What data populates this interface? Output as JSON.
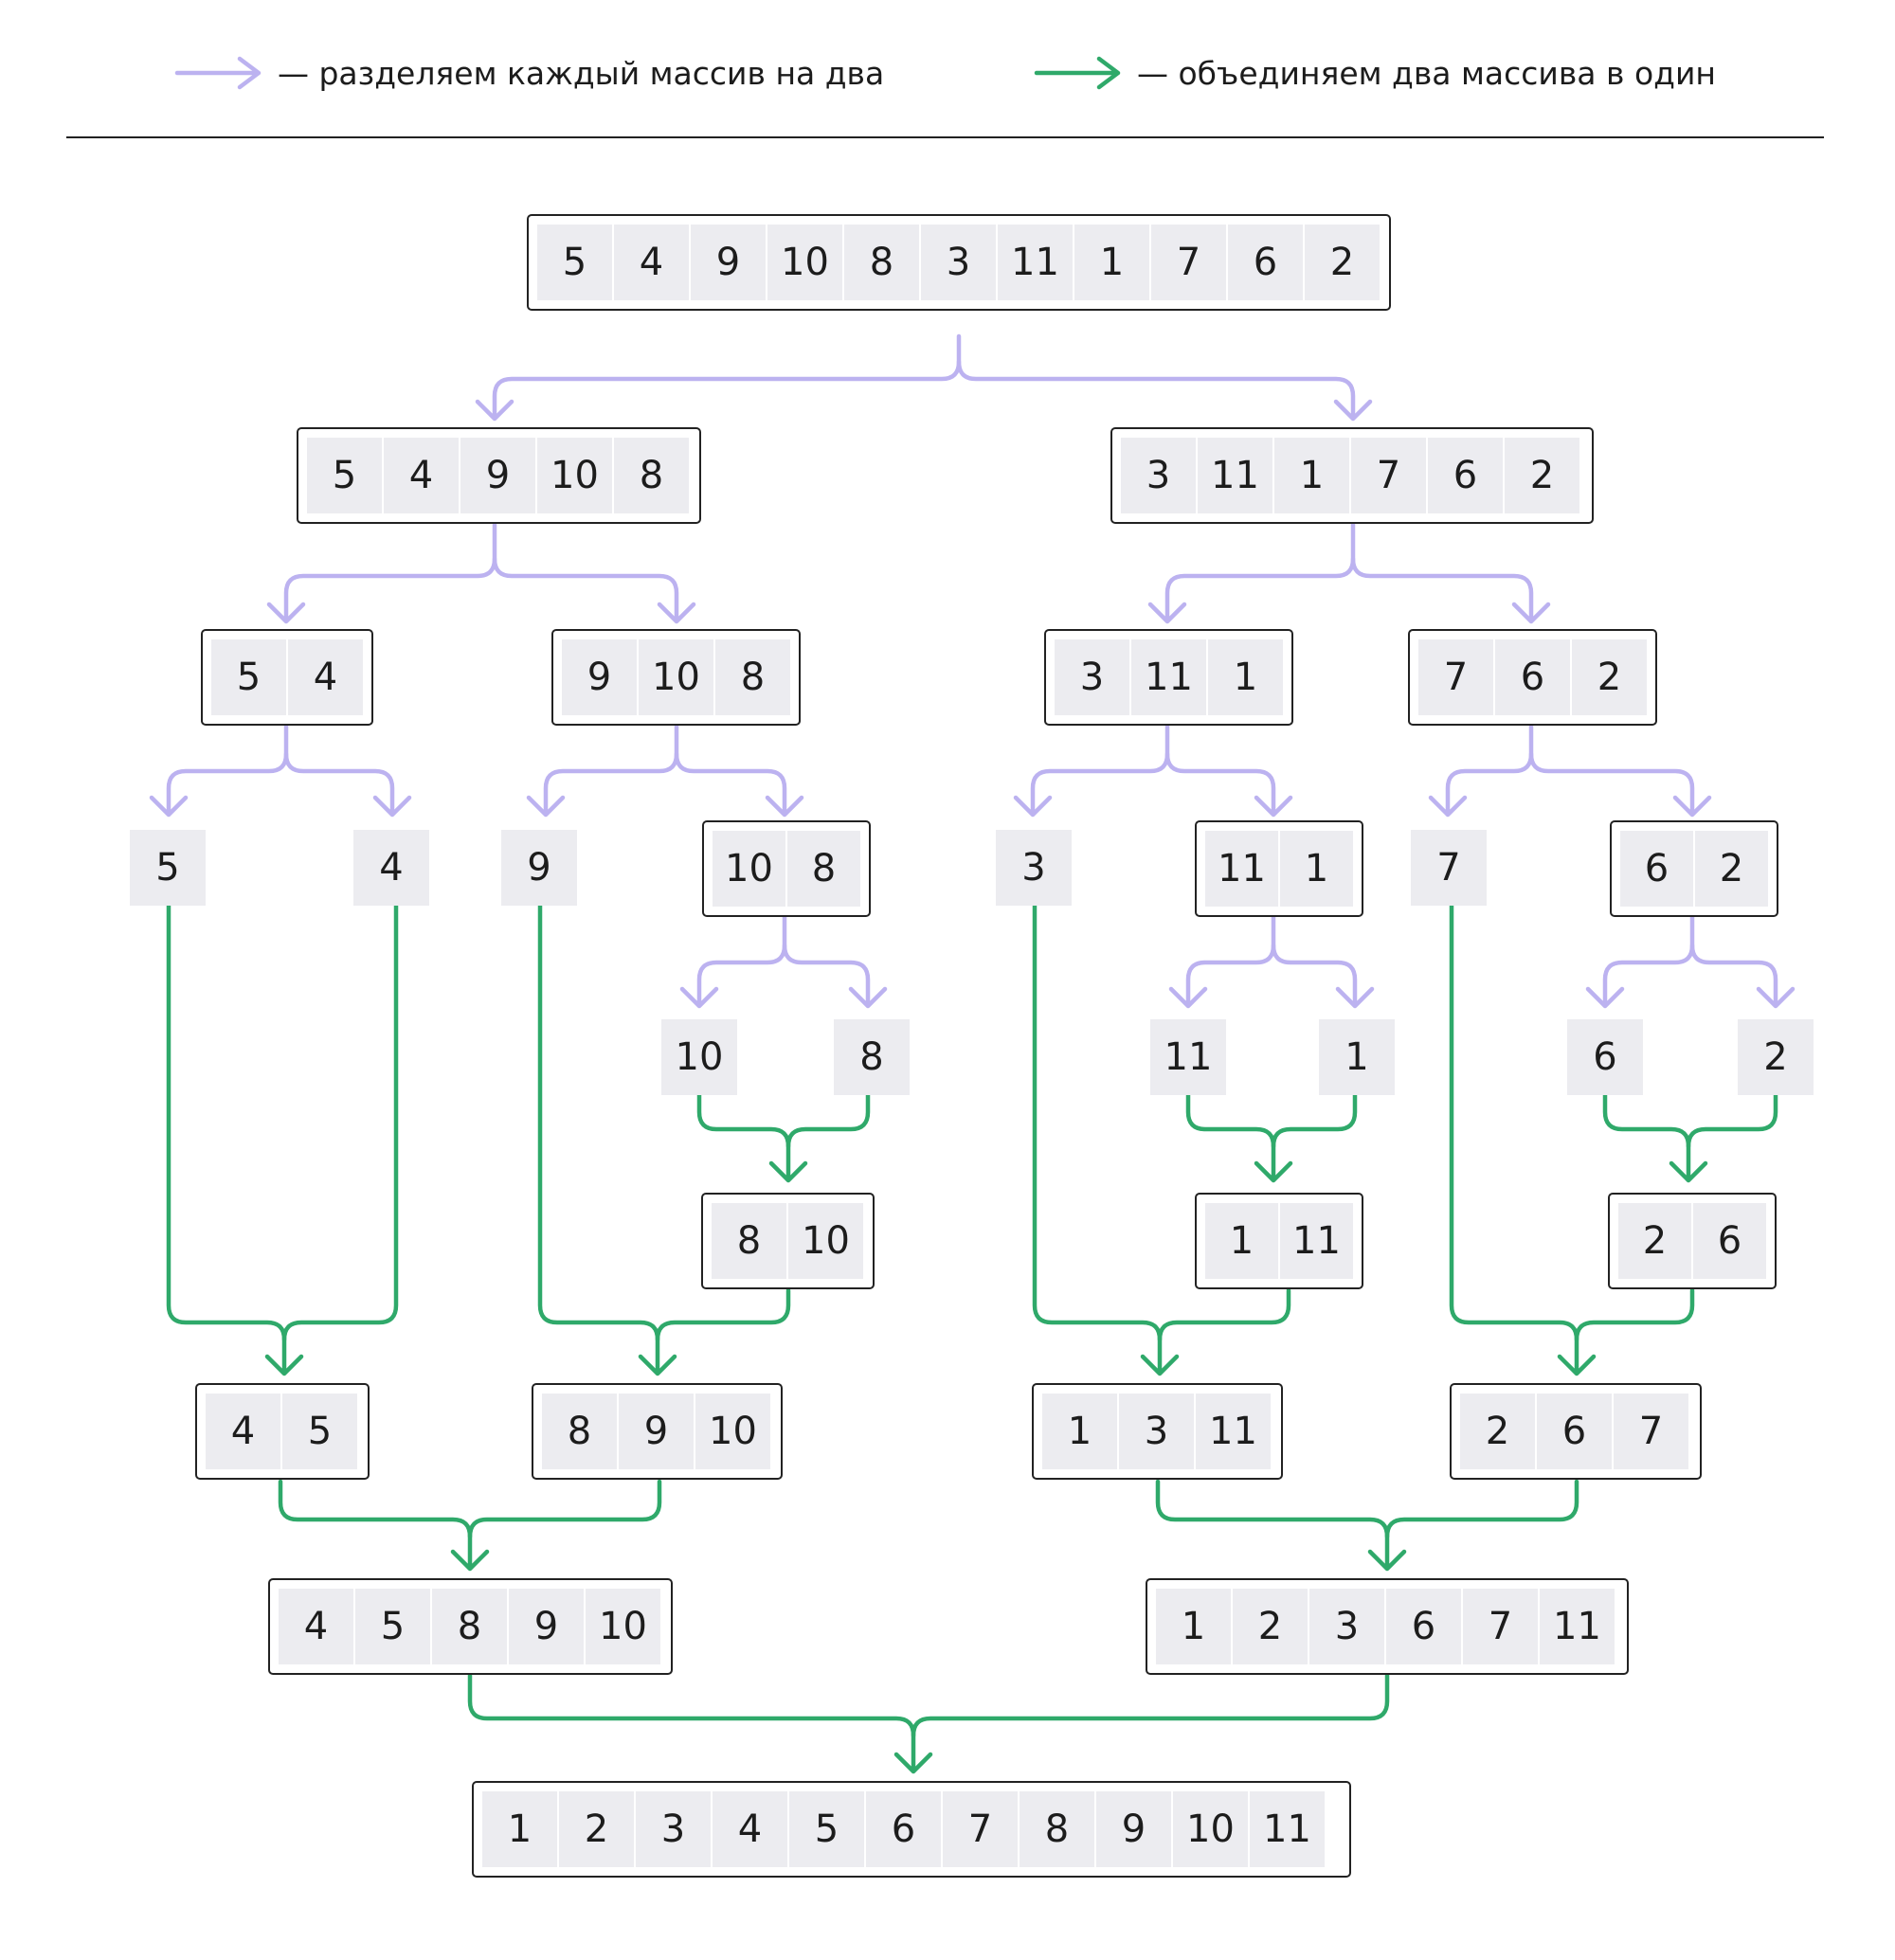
{
  "legend": {
    "split_text": "— разделяем каждый массив на два",
    "merge_text": "— объединяем два массива в один"
  },
  "colors": {
    "split_arrow": "#bcb2f0",
    "merge_arrow": "#2fa96a",
    "cell_bg": "#ececf0",
    "border": "#222222"
  },
  "arrays": {
    "root": [
      "5",
      "4",
      "9",
      "10",
      "8",
      "3",
      "11",
      "1",
      "7",
      "6",
      "2"
    ],
    "l": [
      "5",
      "4",
      "9",
      "10",
      "8"
    ],
    "r": [
      "3",
      "11",
      "1",
      "7",
      "6",
      "2"
    ],
    "ll": [
      "5",
      "4"
    ],
    "lr": [
      "9",
      "10",
      "8"
    ],
    "rl": [
      "3",
      "11",
      "1"
    ],
    "rr": [
      "7",
      "6",
      "2"
    ],
    "lr_r": [
      "10",
      "8"
    ],
    "rl_r": [
      "11",
      "1"
    ],
    "rr_r": [
      "6",
      "2"
    ],
    "m_lr_r": [
      "8",
      "10"
    ],
    "m_rl_r": [
      "1",
      "11"
    ],
    "m_rr_r": [
      "2",
      "6"
    ],
    "m_ll": [
      "4",
      "5"
    ],
    "m_lr": [
      "8",
      "9",
      "10"
    ],
    "m_rl": [
      "1",
      "3",
      "11"
    ],
    "m_rr": [
      "2",
      "6",
      "7"
    ],
    "m_l": [
      "4",
      "5",
      "8",
      "9",
      "10"
    ],
    "m_r": [
      "1",
      "2",
      "3",
      "6",
      "7",
      "11"
    ],
    "m_root": [
      "1",
      "2",
      "3",
      "4",
      "5",
      "6",
      "7",
      "8",
      "9",
      "10",
      "11"
    ]
  },
  "singles": {
    "s5": "5",
    "s4": "4",
    "s9": "9",
    "s3": "3",
    "s7": "7",
    "s10": "10",
    "s8": "8",
    "s11": "11",
    "s1": "1",
    "s6": "6",
    "s2": "2"
  }
}
